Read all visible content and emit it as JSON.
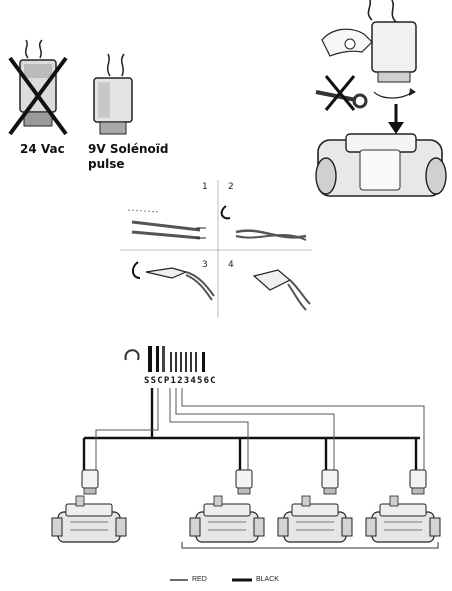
{
  "solenoid_labels": {
    "ac_label": "24 Vac",
    "dc_label_line1": "9V Solénoïd",
    "dc_label_line2": "pulse"
  },
  "wiring_steps": [
    "1",
    "2",
    "3",
    "4"
  ],
  "terminal_strip": "SSCP123456C",
  "legend": {
    "red_label": "RED",
    "black_label": "BLACK"
  },
  "colors": {
    "ink": "#1a1a1a",
    "grey": "#7a7a7a",
    "light": "#d9d9d9"
  }
}
